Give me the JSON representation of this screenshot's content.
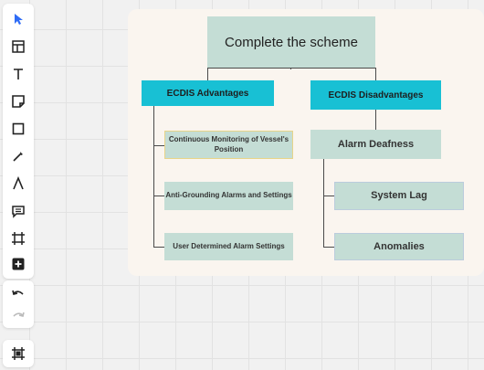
{
  "toolbar": {
    "tools": [
      {
        "name": "select-tool-icon"
      },
      {
        "name": "template-tool-icon"
      },
      {
        "name": "text-tool-icon"
      },
      {
        "name": "sticky-note-tool-icon"
      },
      {
        "name": "shape-tool-icon"
      },
      {
        "name": "pen-tool-icon"
      },
      {
        "name": "arrow-connector-tool-icon"
      },
      {
        "name": "comment-tool-icon"
      },
      {
        "name": "frame-tool-icon"
      },
      {
        "name": "add-more-tool-icon"
      }
    ],
    "undo_icon": "undo-icon",
    "redo_icon": "redo-icon",
    "frames_icon": "frames-panel-icon"
  },
  "board": {
    "title": "Complete the scheme",
    "advantages": {
      "header": "ECDIS Advantages",
      "items": [
        "Continuous Monitoring of Vessel's Position",
        "Anti-Grounding Alarms and Settings",
        "User Determined Alarm Settings"
      ]
    },
    "disadvantages": {
      "header": "ECDIS Disadvantages",
      "main": "Alarm Deafness",
      "items": [
        "System Lag",
        "Anomalies"
      ]
    }
  },
  "colors": {
    "header_accent": "#18c0d4",
    "card_fill": "#c4ddd5",
    "board_bg": "#faf5ef",
    "active_tool": "#2f6cf6"
  }
}
